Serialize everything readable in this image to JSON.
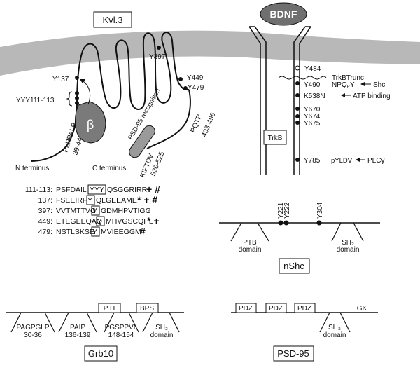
{
  "kv13": {
    "title": "Kvl.3",
    "sites": {
      "y397": "Y397",
      "y449": "Y449",
      "y479": "Y479",
      "y137": "Y137",
      "yyy": "YYY111-113"
    },
    "beta": "β",
    "plppalp": "PLPPALP",
    "plppalp_range": "39-44",
    "pqtp": "PQTP",
    "pqtp_range": "493-496",
    "psd_recognition": "PSD-95 recognition",
    "kiftdv": "KIFTDV",
    "kiftdv_range": "520-525",
    "n_terminus": "N terminus",
    "c_terminus": "C terminus"
  },
  "trkb": {
    "ligand": "BDNF",
    "box": "TrkB",
    "y484": "Y484",
    "trunc": "TrkBTrunc",
    "y490": "Y490",
    "npqpy": "NPQₚY",
    "shc": "Shc",
    "k538n": "K538N",
    "atp": "ATP binding",
    "y670": "Y670",
    "y674": "Y674",
    "y675": "Y675",
    "y785": "Y785",
    "pyldv": "pYLDV",
    "plc": "PLCγ"
  },
  "sequences": [
    {
      "pos": "111-113:",
      "pre": "PSFDAIL",
      "box": "YYY",
      "post": "QSGGRIRR",
      "mark": "+ #"
    },
    {
      "pos": "137:",
      "pre": "FSEEIRF",
      "box": "Y",
      "post": "QLGEEAME",
      "mark": "* + #"
    },
    {
      "pos": "397:",
      "pre": "VVTMTTVG",
      "box": "Y",
      "post": "GDMHPVTIGG",
      "mark": ""
    },
    {
      "pos": "449:",
      "pre": "ETEGEEQAQ",
      "box": "Y",
      "post": "MHVGSCQHL",
      "mark": "* +"
    },
    {
      "pos": "479:",
      "pre": "NSTLSKSE",
      "box": "Y",
      "post": "MVIEEGGM",
      "mark": "#"
    }
  ],
  "nshc": {
    "title": "nShc",
    "y221": "Y221",
    "y222": "Y222",
    "y304": "Y304",
    "ptb": "PTB",
    "ptb_domain": "domain",
    "sh2": "SH₂",
    "sh2_domain": "domain"
  },
  "grb10": {
    "title": "Grb10",
    "ph": "P H",
    "bps": "BPS",
    "pagpglp": "PAGPGLP",
    "pagpglp_range": "30-36",
    "paip": "PAIP",
    "paip_range": "136-139",
    "pgsppvl": "PGSPPVL",
    "pgsppvl_range": "148-154",
    "sh2": "SH₂",
    "sh2_domain": "domain"
  },
  "psd95": {
    "title": "PSD-95",
    "pdz1": "PDZ",
    "pdz2": "PDZ",
    "pdz3": "PDZ",
    "gk": "GK",
    "sh3": "SH₃",
    "sh3_domain": "domain"
  }
}
